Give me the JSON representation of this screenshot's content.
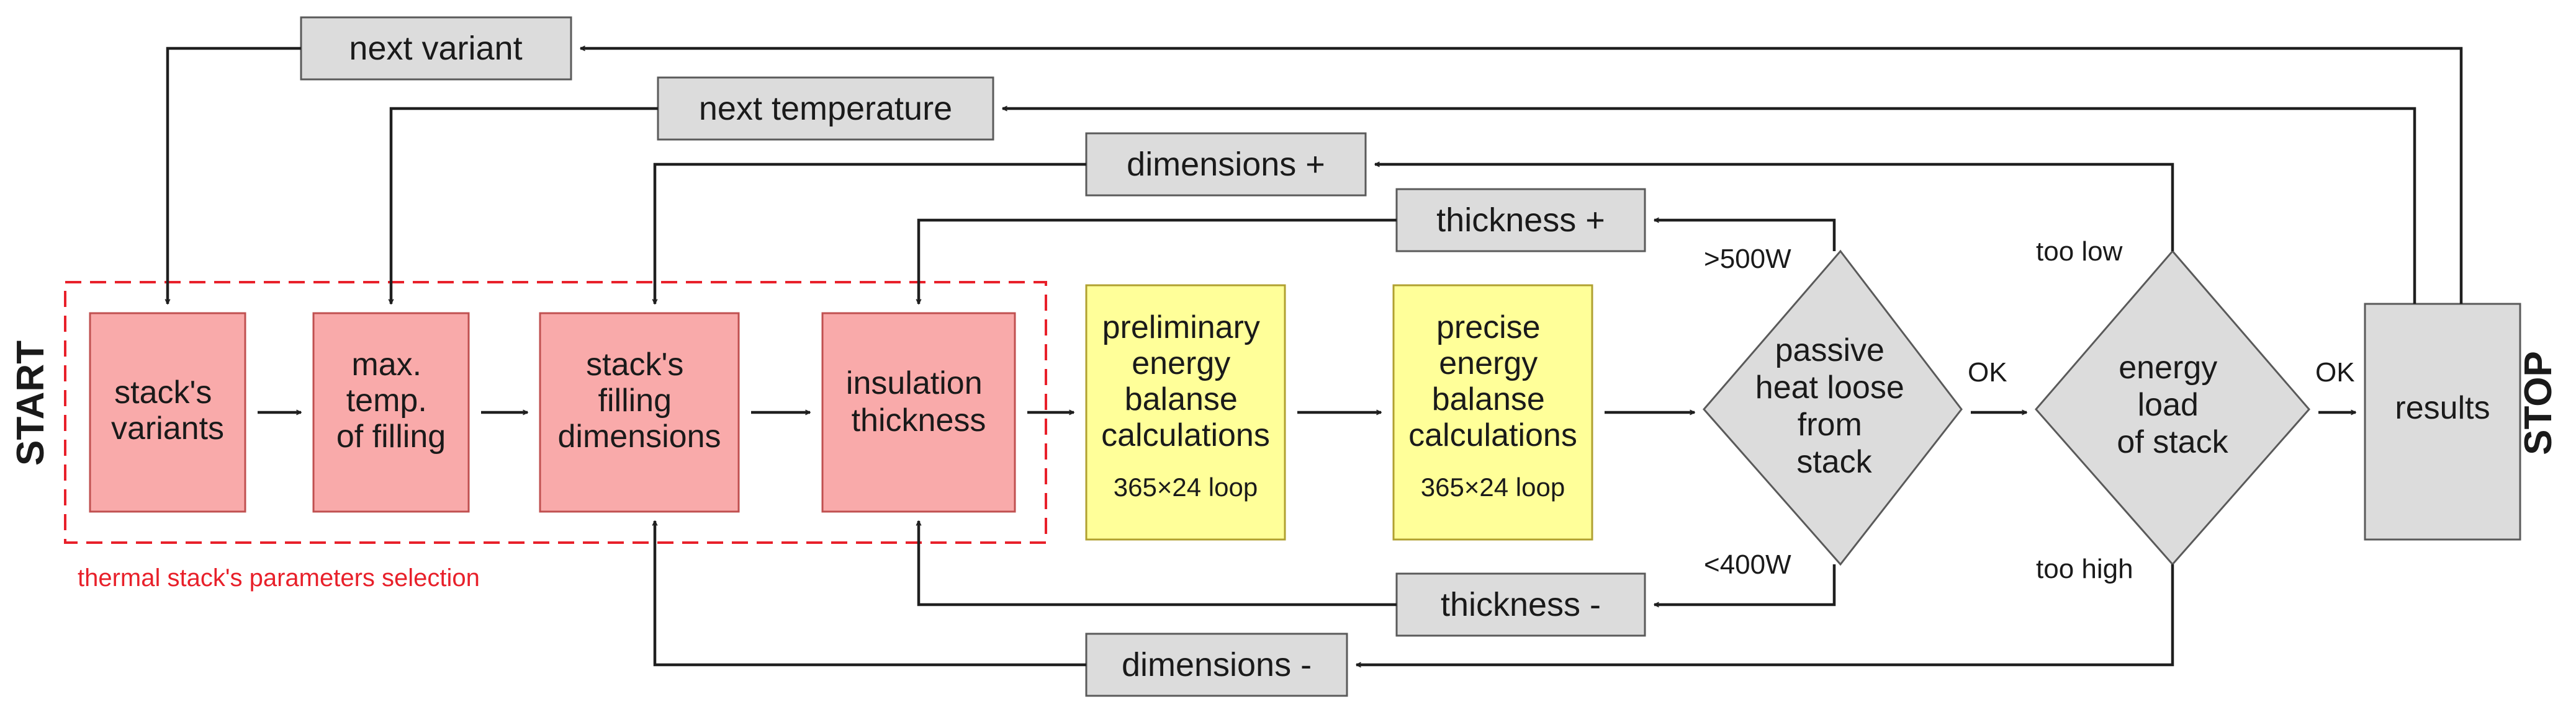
{
  "sides": {
    "start": "START",
    "stop": "STOP"
  },
  "group_label": "thermal stack's parameters selection",
  "nodes": {
    "variants": [
      "stack's",
      "variants"
    ],
    "max_temp": [
      "max.",
      "temp.",
      "of filling"
    ],
    "filling_dims": [
      "stack's",
      "filling",
      "dimensions"
    ],
    "insulation": [
      "insulation",
      "thickness"
    ],
    "preliminary": {
      "lines": [
        "preliminary",
        "energy",
        "balanse",
        "calculations"
      ],
      "loop": "365×24 loop"
    },
    "precise": {
      "lines": [
        "precise",
        "energy",
        "balanse",
        "calculations"
      ],
      "loop": "365×24 loop"
    },
    "passive": [
      "passive",
      "heat loose",
      "from",
      "stack"
    ],
    "energy_load": [
      "energy",
      "load",
      "of stack"
    ],
    "results": "results"
  },
  "feedback": {
    "next_variant": "next variant",
    "next_temperature": "next temperature",
    "dimensions_plus": "dimensions +",
    "thickness_plus": "thickness +",
    "thickness_minus": "thickness -",
    "dimensions_minus": "dimensions -"
  },
  "labels": {
    "over_500": ">500W",
    "under_400": "<400W",
    "ok1": "OK",
    "ok2": "OK",
    "too_low": "too low",
    "too_high": "too high"
  },
  "colors": {
    "param_fill": "#f9aaaa",
    "param_stroke": "#c05050",
    "calc_fill": "#ffff99",
    "calc_stroke": "#b0a030",
    "gray_fill": "#dcdcdc",
    "gray_stroke": "#5a5a5a",
    "group_dash": "#e8202a"
  }
}
